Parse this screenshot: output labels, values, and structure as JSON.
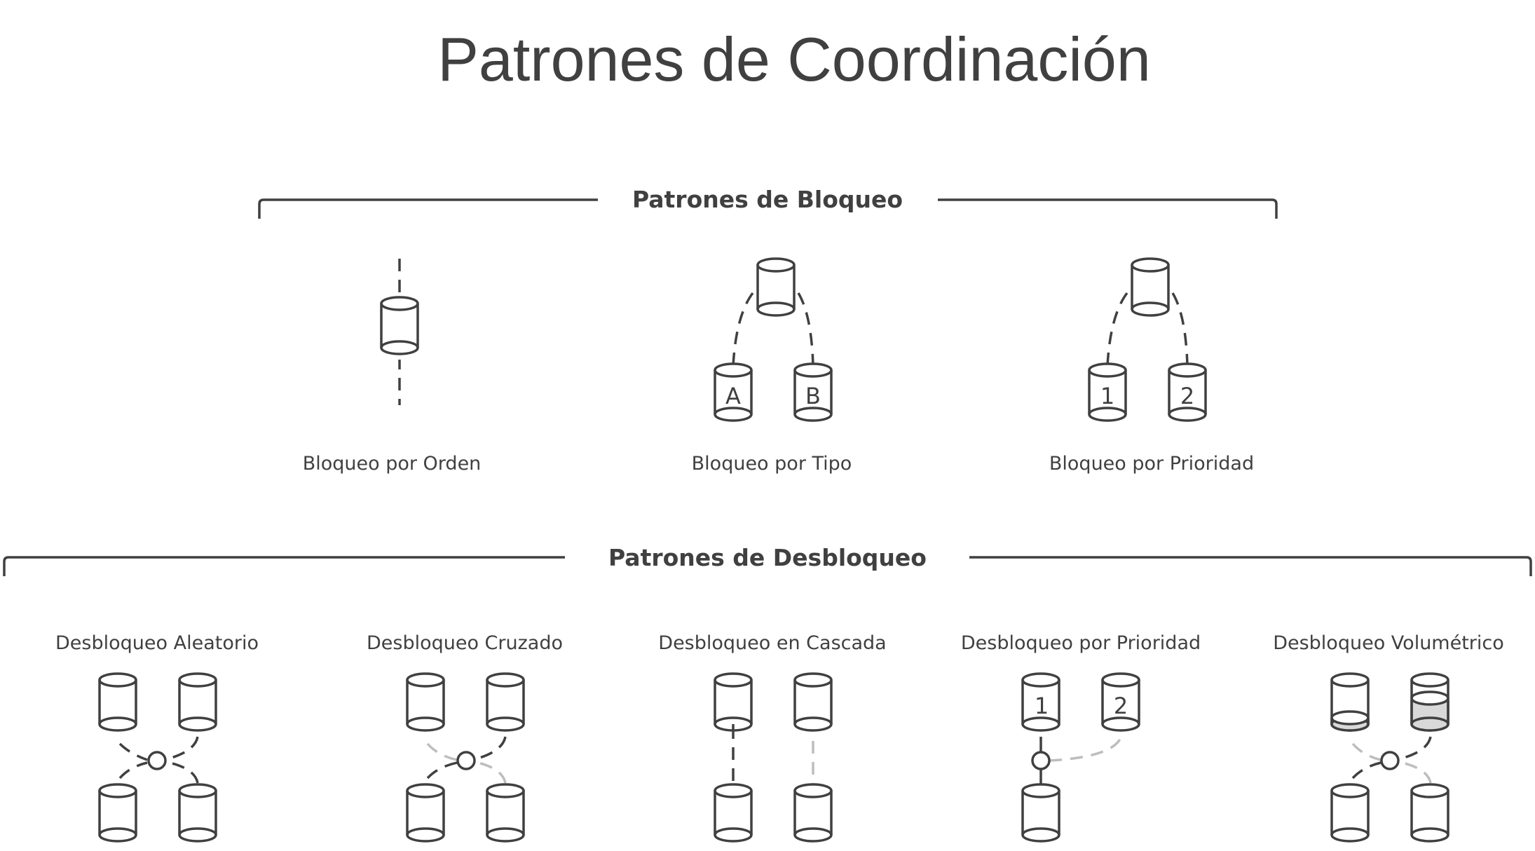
{
  "title": "Patrones de Coordinación",
  "colors": {
    "ink": "#404040",
    "light_link": "#bdbdbd",
    "fill": "#d9d9d9",
    "background": "#ffffff"
  },
  "blocking": {
    "heading": "Patrones de Bloqueo",
    "patterns": [
      {
        "label": "Bloqueo por Orden",
        "icon": "single-cylinder-with-vertical-dashed-line"
      },
      {
        "label": "Bloqueo por Tipo",
        "icon": "cylinder-branching-to-two",
        "children": [
          "A",
          "B"
        ]
      },
      {
        "label": "Bloqueo por Prioridad",
        "icon": "cylinder-branching-to-two",
        "children": [
          "1",
          "2"
        ]
      }
    ]
  },
  "unblocking": {
    "heading": "Patrones de Desbloqueo",
    "patterns": [
      {
        "label": "Desbloqueo Aleatorio",
        "icon": "four-cylinders-crossed-through-node"
      },
      {
        "label": "Desbloqueo Cruzado",
        "icon": "four-cylinders-crossed-through-node-mixed"
      },
      {
        "label": "Desbloqueo en Cascada",
        "icon": "two-vertical-cylinder-pairs"
      },
      {
        "label": "Desbloqueo por Prioridad",
        "icon": "priority-node",
        "children": [
          "1",
          "2"
        ]
      },
      {
        "label": "Desbloqueo Volumétrico",
        "icon": "filled-cylinders-crossed-through-node"
      }
    ]
  }
}
